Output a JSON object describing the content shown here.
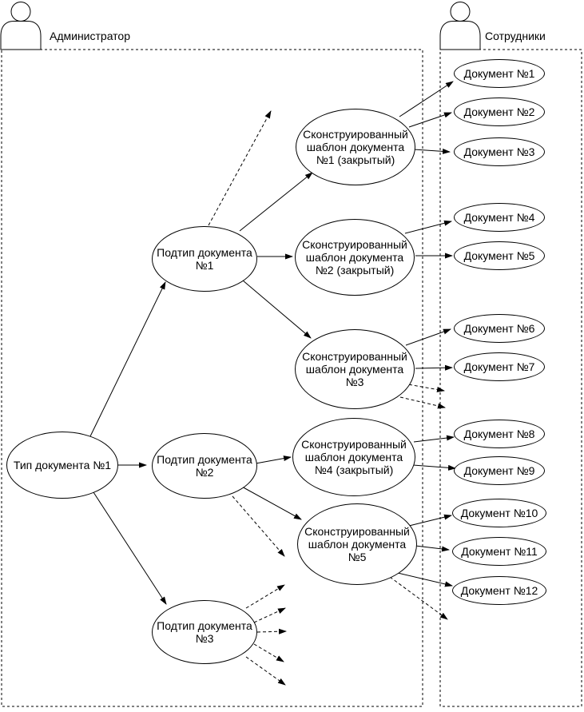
{
  "actors": {
    "admin": "Администратор",
    "employees": "Сотрудники"
  },
  "nodes": {
    "type1": "Тип документа №1",
    "subtype1": "Подтип документа №1",
    "subtype2": "Подтип документа №2",
    "subtype3": "Подтип документа №3",
    "template1": "Сконструированный шаблон документа №1 (закрытый)",
    "template2": "Сконструированный шаблон документа №2 (закрытый)",
    "template3": "Сконструированный шаблон документа №3",
    "template4": "Сконструированный шаблон документа №4 (закрытый)",
    "template5": "Сконструированный шаблон документа №5",
    "doc1": "Документ №1",
    "doc2": "Документ №2",
    "doc3": "Документ №3",
    "doc4": "Документ №4",
    "doc5": "Документ №5",
    "doc6": "Документ №6",
    "doc7": "Документ №7",
    "doc8": "Документ №8",
    "doc9": "Документ №9",
    "doc10": "Документ №10",
    "doc11": "Документ №11",
    "doc12": "Документ №12"
  },
  "edges": {
    "solid": [
      {
        "from": "type1",
        "to": "subtype1"
      },
      {
        "from": "type1",
        "to": "subtype2"
      },
      {
        "from": "type1",
        "to": "subtype3"
      },
      {
        "from": "subtype1",
        "to": "template1"
      },
      {
        "from": "subtype1",
        "to": "template2"
      },
      {
        "from": "subtype1",
        "to": "template3"
      },
      {
        "from": "subtype2",
        "to": "template4"
      },
      {
        "from": "subtype2",
        "to": "template5"
      },
      {
        "from": "template1",
        "to": "doc1"
      },
      {
        "from": "template1",
        "to": "doc2"
      },
      {
        "from": "template1",
        "to": "doc3"
      },
      {
        "from": "template2",
        "to": "doc4"
      },
      {
        "from": "template2",
        "to": "doc5"
      },
      {
        "from": "template3",
        "to": "doc6"
      },
      {
        "from": "template3",
        "to": "doc7"
      },
      {
        "from": "template4",
        "to": "doc8"
      },
      {
        "from": "template4",
        "to": "doc9"
      },
      {
        "from": "template5",
        "to": "doc10"
      },
      {
        "from": "template5",
        "to": "doc11"
      },
      {
        "from": "template5",
        "to": "doc12"
      }
    ],
    "dashed_open_ended": [
      {
        "from": "subtype1",
        "count": 1
      },
      {
        "from": "subtype2",
        "count": 1
      },
      {
        "from": "subtype3",
        "count": 5
      },
      {
        "from": "template3",
        "count": 2
      },
      {
        "from": "template5",
        "count": 1
      }
    ]
  },
  "colors": {
    "stroke": "#000000",
    "fill": "#ffffff",
    "background": "#ffffff"
  }
}
